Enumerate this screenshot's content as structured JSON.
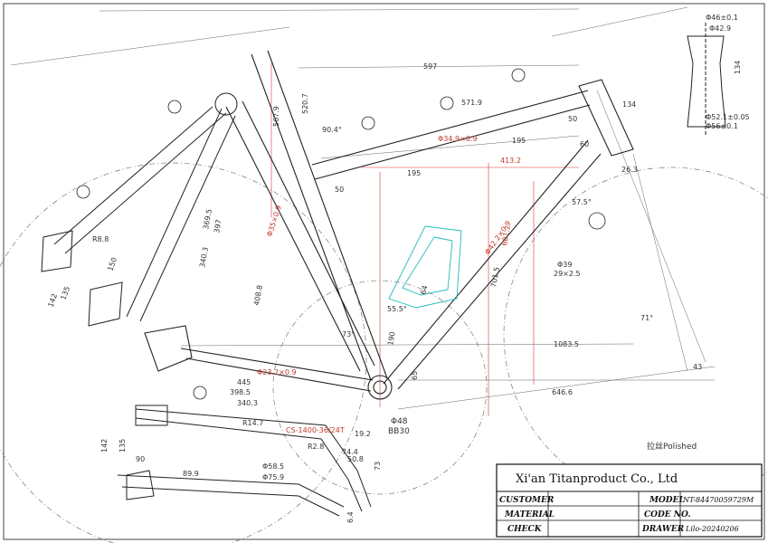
{
  "title_block": {
    "company": "Xi'an Titanproduct Co., Ltd",
    "customer_label": "CUSTOMER",
    "material_label": "MATERIAL",
    "check_label": "CHECK",
    "model_label": "MODEL",
    "model_value": "NT-84470059729M",
    "code_label": "CODE NO.",
    "drawer_label": "DRAWER",
    "drawer_value": "Lilo-20240206"
  },
  "notes": {
    "finish": "拉丝Polished",
    "bb": "BB30",
    "bb_dia": "Φ48"
  },
  "dimensions": {
    "top_597": "597",
    "d_571_9": "571.9",
    "d_520_7": "520.7",
    "d_567_9": "567.9",
    "d_134": "134",
    "d_90_4": "90.4°",
    "d_195a": "195",
    "d_195b": "195",
    "d_413_2": "413.2",
    "d_50a": "50",
    "d_50b": "50",
    "d_60": "60",
    "d_57_5": "57.5°",
    "d_26_3": "26.3",
    "d_601_2": "601.2",
    "d_701_5": "701.5",
    "d_1083_5": "1083.5",
    "d_646_6": "646.6",
    "d_445": "445",
    "d_398_5": "398.5",
    "d_340_3": "340.3",
    "d_408_8": "408.8",
    "d_369_5": "369.5",
    "d_397": "397",
    "d_340_3b": "340.3",
    "d_150": "150",
    "d_135": "135",
    "d_142": "142",
    "d_r8_8": "R8.8",
    "d_r14_7": "R14.7",
    "d_90": "90",
    "d_142b": "142",
    "d_135b": "135",
    "d_89_9": "89.9",
    "d_58_5": "Φ58.5",
    "d_75_9": "Φ75.9",
    "d_r2_8": "R2.8",
    "d_74_4": "74.4",
    "d_50_8": "50.8",
    "d_6_4": "6.4",
    "d_73": "73",
    "d_43": "43",
    "d_65": "65",
    "d_190": "190",
    "d_55_5": "55.5°",
    "d_73_deg": "73°",
    "d_71_deg": "71°",
    "d_64": "64",
    "d_23_2": "Φ23.2×0.9",
    "d_35": "Φ35×0.9",
    "d_34_9": "Φ34.9×0.9",
    "d_42_2": "Φ42.2×0.9",
    "d_19_2": "19.2",
    "d_dt": "CS-1400-36/24T",
    "d_top_46": "Φ46±0.1",
    "d_top_42": "Φ42.9",
    "d_top_52": "Φ52.1±0.05",
    "d_top_56": "Φ56±0.1",
    "d_top_134": "134",
    "d_phi39": "Φ39",
    "d_phi39b": "29×2.5"
  }
}
